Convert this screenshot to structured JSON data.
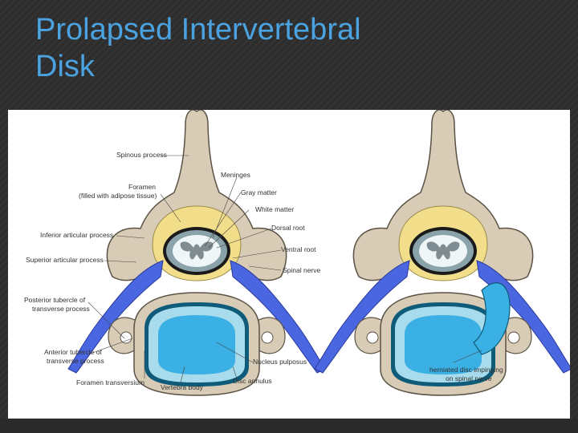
{
  "slide": {
    "title_line1": "Prolapsed Intervertebral",
    "title_line2": "Disk"
  },
  "diagram": {
    "labels": {
      "spinous_process": "Spinous process",
      "meninges": "Meninges",
      "foramen_line1": "Foramen",
      "foramen_line2": "(filled with adipose tissue)",
      "gray_matter": "Gray matter",
      "white_matter": "White matter",
      "dorsal_root": "Dorsal root",
      "inferior_articular_process": "Inferior articular process",
      "ventral_root": "Ventral root",
      "superior_articular_process": "Superior articular process",
      "spinal_nerve": "Spinal nerve",
      "posterior_tubercle_line1": "Posterior tubercle of",
      "posterior_tubercle_line2": "transverse process",
      "anterior_tubercle_line1": "Anterior tubercle of",
      "anterior_tubercle_line2": "transverse process",
      "nucleus_pulposus": "Nucleus pulposus",
      "foramen_transversium": "Foramen transversium",
      "vertebra_body": "Vertebra body",
      "disc_annulus": "Disc annulus",
      "herniated_line1": "herniated disc impinging",
      "herniated_line2": "on spinal nerve"
    },
    "colors": {
      "bone": "#d8ccb6",
      "bone_outline": "#5a5245",
      "meninges_yellow": "#f2de8a",
      "nerve_blue": "#4a66e0",
      "disc_light": "#a8dcec",
      "nucleus": "#3ab0e4",
      "cord_gray": "#7f8c92",
      "cord_white": "#eef6f8"
    }
  }
}
